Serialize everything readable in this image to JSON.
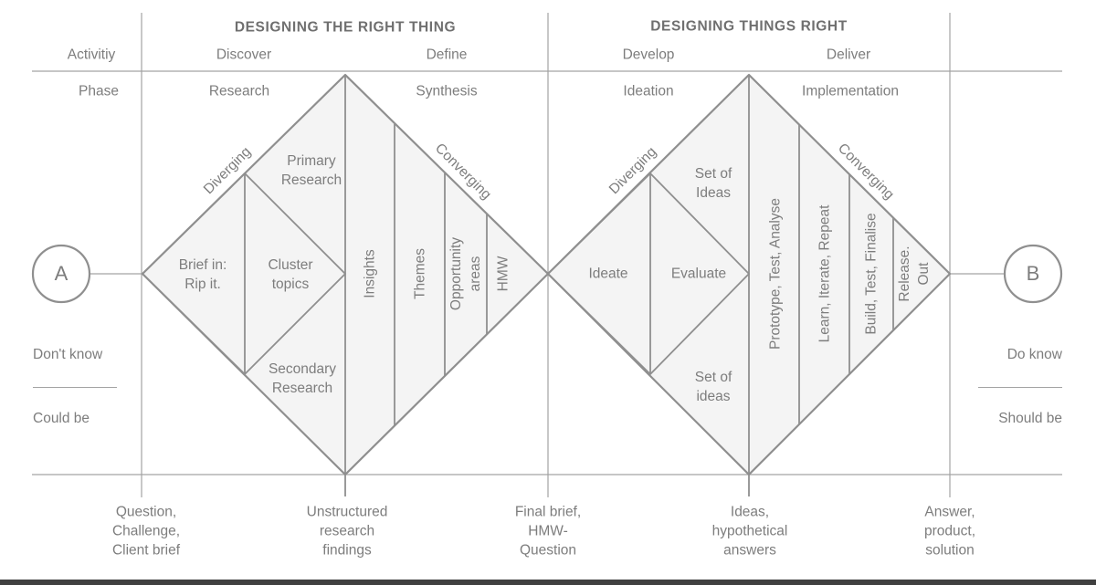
{
  "titles": {
    "left": "DESIGNING THE RIGHT THING",
    "right": "DESIGNING THINGS RIGHT"
  },
  "header": {
    "activity_label": "Activitiy",
    "phase_label": "Phase",
    "activities": [
      "Discover",
      "Define",
      "Develop",
      "Deliver"
    ],
    "phases": [
      "Research",
      "Synthesis",
      "Ideation",
      "Implementation"
    ]
  },
  "endpoints": {
    "start_label": "A",
    "end_label": "B",
    "start_state_top": "Don't know",
    "start_state_bottom": "Could be",
    "end_state_top": "Do know",
    "end_state_bottom": "Should be"
  },
  "diamond1": {
    "diverging": "Diverging",
    "converging": "Converging",
    "brief_in": "Brief in:\nRip it.",
    "primary_research": "Primary\nResearch",
    "cluster_topics": "Cluster\ntopics",
    "secondary_research": "Secondary\nResearch",
    "insights": "Insights",
    "themes": "Themes",
    "opportunity_areas": "Opportunity\nareas",
    "hmw": "HMW"
  },
  "diamond2": {
    "diverging": "Diverging",
    "converging": "Converging",
    "ideate": "Ideate",
    "evaluate": "Evaluate",
    "ideas_top": "Set of\nIdeas",
    "ideas_bottom": "Set of\nideas",
    "prototype": "Prototype, Test, Analyse",
    "learn": "Learn, Iterate, Repeat",
    "build": "Build, Test, Finalise",
    "release": "Release.\nOut"
  },
  "milestones": [
    "Question,\nChallenge,\nClient brief",
    "Unstructured\nresearch\nfindings",
    "Final brief,\nHMW-\nQuestion",
    "Ideas,\nhypothetical\nanswers",
    "Answer,\nproduct,\nsolution"
  ],
  "colors": {
    "line": "#a3a3a3",
    "stroke": "#8f8f8f",
    "text": "#7d7d7d",
    "title": "#6f6f6f",
    "fill": "#f4f4f4",
    "footer": "#404040",
    "background": "#ffffff"
  }
}
